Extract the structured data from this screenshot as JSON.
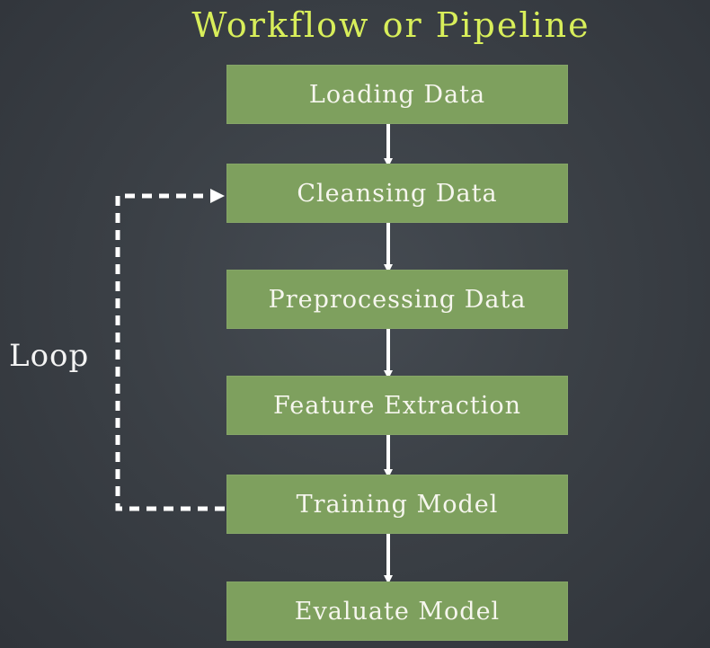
{
  "diagram": {
    "title": "Workflow or Pipeline",
    "steps": [
      {
        "label": "Loading Data"
      },
      {
        "label": "Cleansing Data"
      },
      {
        "label": "Preprocessing Data"
      },
      {
        "label": "Feature Extraction"
      },
      {
        "label": "Training Model"
      },
      {
        "label": "Evaluate Model"
      }
    ],
    "loop": {
      "label": "Loop",
      "from": "Training Model",
      "to": "Cleansing Data"
    },
    "colors": {
      "background": "#3b4046",
      "box": "#7ea05e",
      "title": "#d8ee5a",
      "text": "#f6f6ee",
      "arrow": "#ffffff"
    }
  }
}
